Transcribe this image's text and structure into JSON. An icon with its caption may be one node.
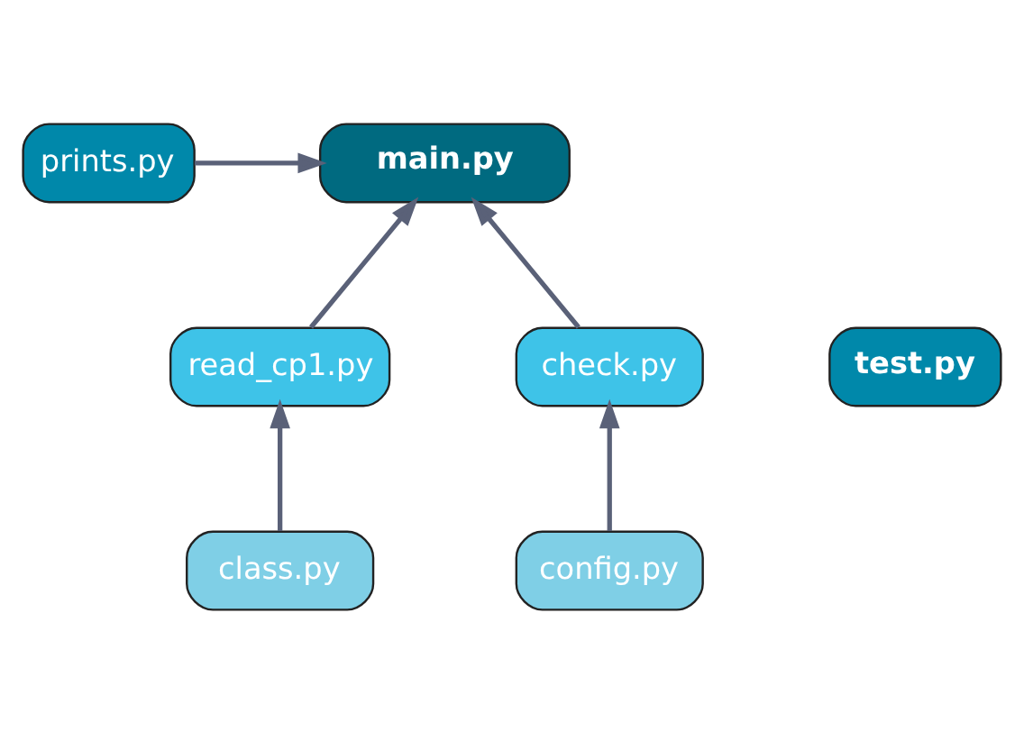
{
  "diagram": {
    "nodes": [
      {
        "text": [
          "main.py"
        ]
      },
      {
        "text": [
          "prints.py"
        ]
      },
      {
        "text": [
          "test.py"
        ]
      },
      {
        "text": [
          "read_cp1.py"
        ]
      },
      {
        "text": [
          "check.py"
        ]
      },
      {
        "text": [
          "class.py"
        ]
      },
      {
        "text": [
          "config.py"
        ]
      }
    ],
    "edges": [
      {
        "from": 1,
        "to": 0,
        "arrow": "to"
      },
      {
        "from": 3,
        "to": 0,
        "arrow": "to"
      },
      {
        "from": 4,
        "to": 0,
        "arrow": "to"
      },
      {
        "from": 5,
        "to": 3,
        "arrow": "to"
      },
      {
        "from": 6,
        "to": 4,
        "arrow": "to"
      }
    ]
  }
}
